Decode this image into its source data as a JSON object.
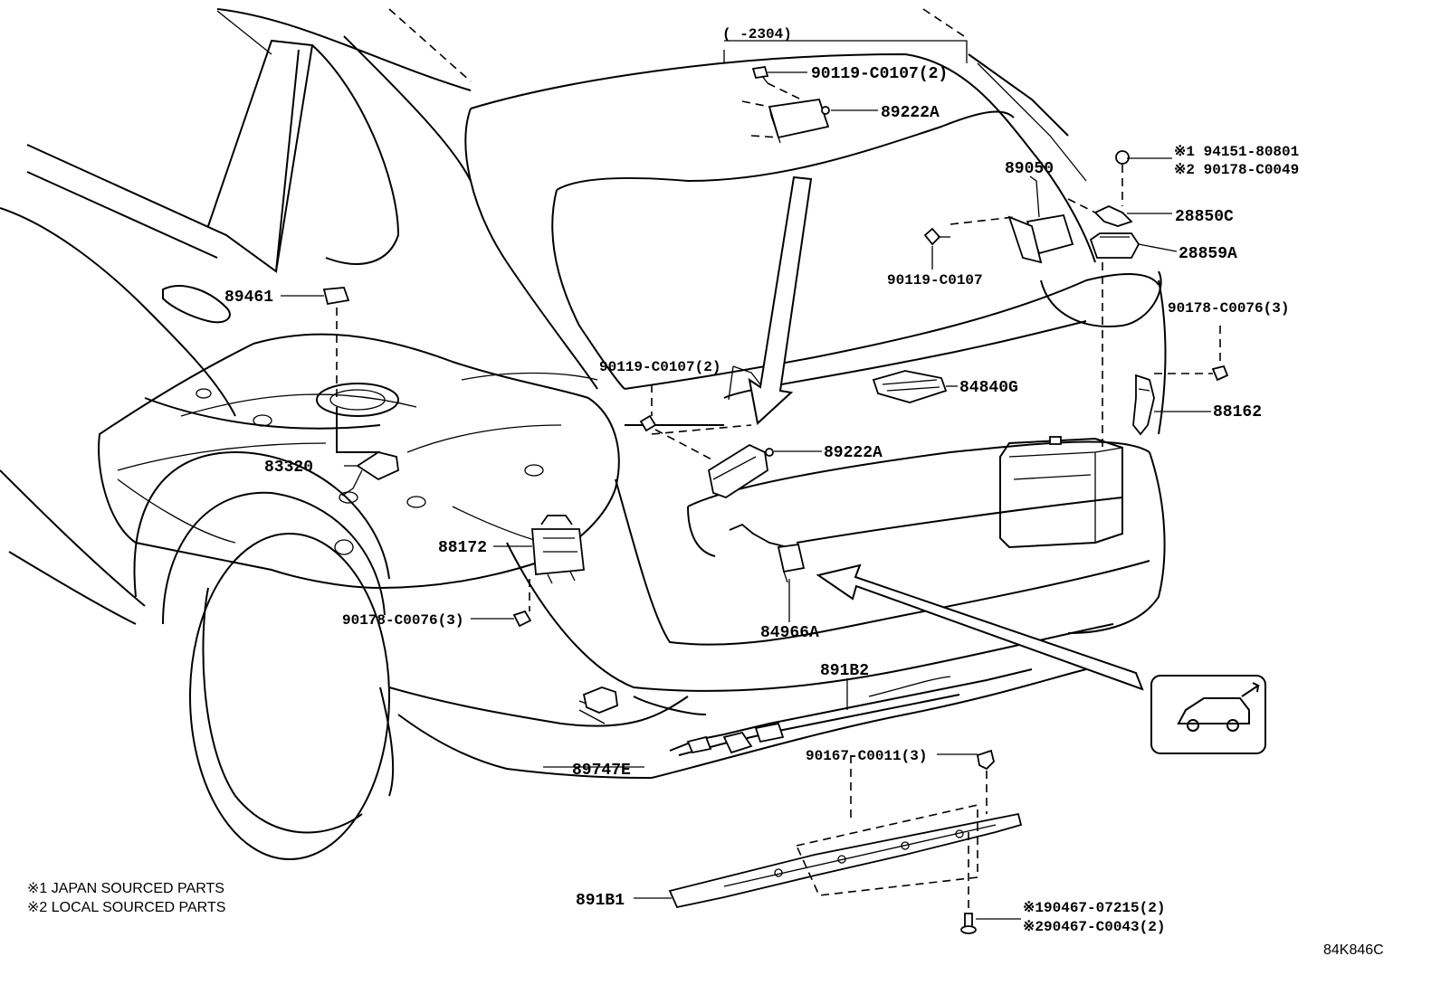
{
  "labels": {
    "range": "(     -2304)",
    "p89222A_top": "89222A",
    "p90119_C0107_2_top": "90119-C0107(2)",
    "p89050": "89050",
    "p90119_C0107": "90119-C0107",
    "note1_part": "※1 94151-80801",
    "note2_part": "※2 90178-C0049",
    "p28850C": "28850C",
    "p28859A": "28859A",
    "p90178_C0076_3_right": "90178-C0076(3)",
    "p88162": "88162",
    "p84840G": "84840G",
    "p89461": "89461",
    "p83320": "83320",
    "p90119_C0107_2_mid": "90119-C0107(2)",
    "p89222A_mid": "89222A",
    "p88172": "88172",
    "p90178_C0076_3_left": "90178-C0076(3)",
    "p84966A": "84966A",
    "p891B2": "891B2",
    "p89747E": "89747E",
    "p90167_C0011_3": "90167-C0011(3)",
    "p891B1": "891B1",
    "p90467_07215": "※190467-07215(2)",
    "p90467_C0043": "※290467-C0043(2)"
  },
  "legend": {
    "line1": "※1 JAPAN SOURCED PARTS",
    "line2": "※2 LOCAL SOURCED PARTS"
  },
  "diagram_code": "84K846C",
  "icons": {
    "vehicle_view": "suv-rear-view-icon"
  }
}
